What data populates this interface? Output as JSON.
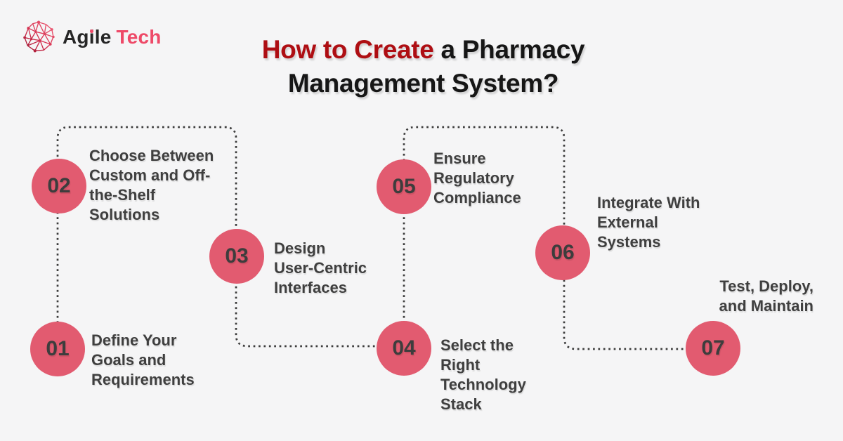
{
  "logo": {
    "name_part_a": "Ag",
    "name_part_i": "i",
    "name_part_b": "le",
    "name_accent": "Tech",
    "icon": "wireframe-sphere-icon",
    "dark_color": "#262626",
    "accent_color": "#ee4a68"
  },
  "title": {
    "red_part": "How to Create",
    "black_part_line1": "a Pharmacy",
    "line2": "Management System?",
    "red_color": "#ae0e13",
    "black_color": "#161616"
  },
  "steps": [
    {
      "number": "01",
      "label": "Define Your Goals and Requirements",
      "lines": [
        "Define Your",
        "Goals and",
        "Requirements"
      ]
    },
    {
      "number": "02",
      "label": "Choose Between Custom and Off-the-Shelf Solutions",
      "lines": [
        "Choose Between",
        "Custom and Off-",
        "the-Shelf",
        "Solutions"
      ]
    },
    {
      "number": "03",
      "label": "Design User-Centric Interfaces",
      "lines": [
        "Design",
        "User-Centric",
        "Interfaces"
      ]
    },
    {
      "number": "04",
      "label": "Select the Right Technology Stack",
      "lines": [
        "Select the",
        "Right",
        "Technology",
        "Stack"
      ]
    },
    {
      "number": "05",
      "label": "Ensure Regulatory Compliance",
      "lines": [
        "Ensure",
        "Regulatory",
        "Compliance"
      ]
    },
    {
      "number": "06",
      "label": "Integrate With External Systems",
      "lines": [
        "Integrate With",
        "External",
        "Systems"
      ]
    },
    {
      "number": "07",
      "label": "Test, Deploy, and Maintain",
      "lines": [
        "Test, Deploy,",
        "and Maintain"
      ]
    }
  ],
  "colors": {
    "background": "#f5f5f6",
    "circle_fill": "#e25b70",
    "number_text": "#3d3d3d",
    "label_text": "#3f3f3f",
    "connector": "#3c3c3c"
  }
}
